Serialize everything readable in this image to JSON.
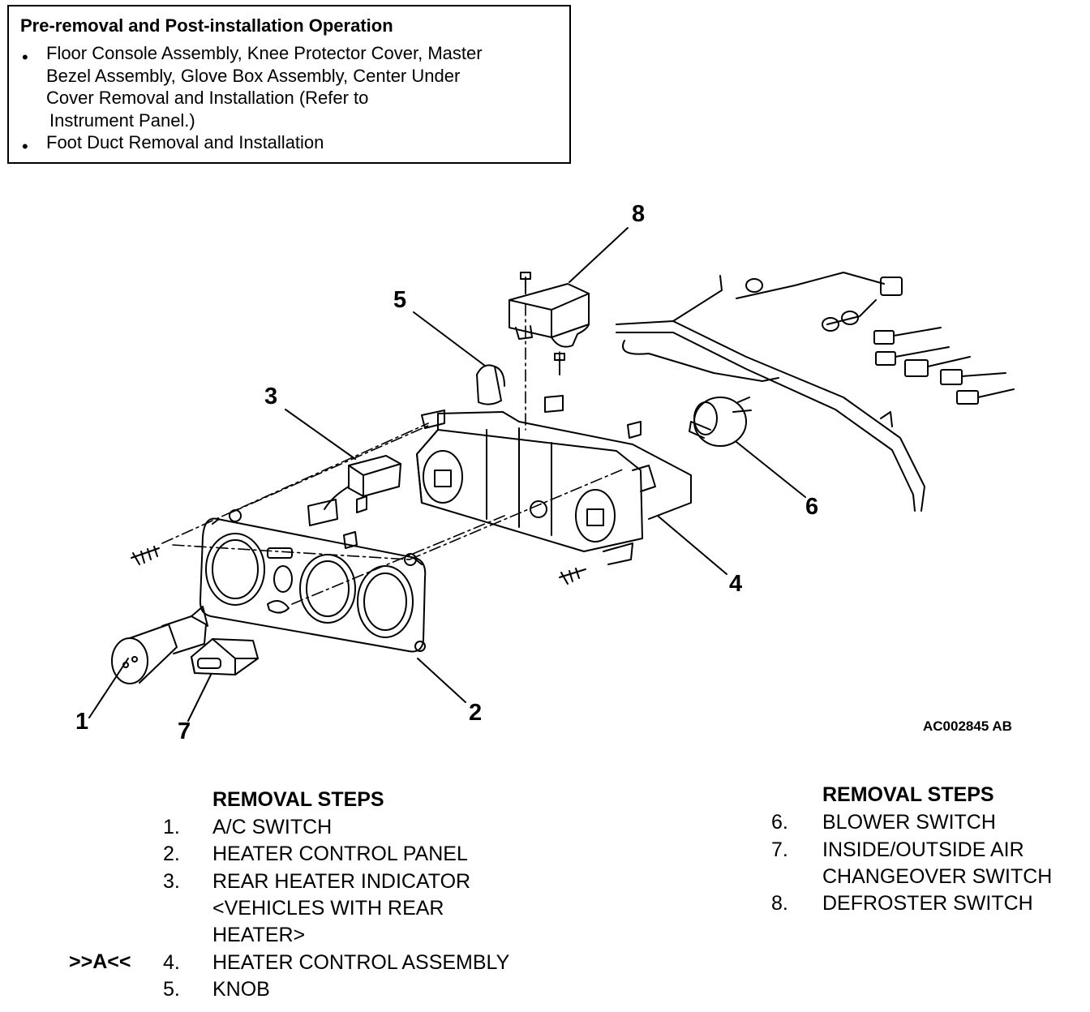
{
  "pre_box": {
    "title": "Pre-removal and Post-installation Operation",
    "bullet_glyph": "•",
    "items": [
      {
        "lines": [
          "Floor Console Assembly, Knee Protector Cover, Master",
          "Bezel Assembly, Glove Box Assembly, Center Under",
          "Cover Removal and Installation (Refer to",
          "Instrument Panel.)"
        ]
      },
      {
        "lines": [
          "Foot Duct Removal and Installation"
        ]
      }
    ]
  },
  "callouts": [
    "1",
    "2",
    "3",
    "4",
    "5",
    "6",
    "7",
    "8"
  ],
  "figure_code": "AC002845 AB",
  "removal_steps_left": {
    "heading": "REMOVAL STEPS",
    "steps": [
      {
        "num": "1.",
        "lines": [
          "A/C SWITCH"
        ]
      },
      {
        "num": "2.",
        "lines": [
          "HEATER CONTROL PANEL"
        ]
      },
      {
        "num": "3.",
        "lines": [
          "REAR HEATER INDICATOR",
          "<VEHICLES WITH REAR",
          "HEATER>"
        ]
      },
      {
        "num": "4.",
        "lines": [
          "HEATER CONTROL ASSEMBLY"
        ],
        "marker": ">>A<<"
      },
      {
        "num": "5.",
        "lines": [
          "KNOB"
        ]
      }
    ]
  },
  "removal_steps_right": {
    "heading": "REMOVAL STEPS",
    "steps": [
      {
        "num": "6.",
        "lines": [
          "BLOWER SWITCH"
        ]
      },
      {
        "num": "7.",
        "lines": [
          "INSIDE/OUTSIDE AIR",
          "CHANGEOVER SWITCH"
        ]
      },
      {
        "num": "8.",
        "lines": [
          "DEFROSTER SWITCH"
        ]
      }
    ]
  }
}
